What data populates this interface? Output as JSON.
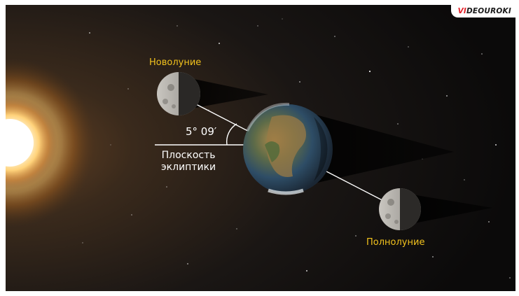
{
  "labels": {
    "new_moon": "Новолуние",
    "full_moon": "Полнолуние",
    "angle": "5° 09′",
    "plane_line1": "Плоскость",
    "plane_line2": "эклиптики"
  },
  "logo": {
    "accent": "VI",
    "rest": "DEOUROKI"
  },
  "colors": {
    "label_yellow": "#f2c21d",
    "lines": "#ffffff",
    "logo_accent": "#e3222a"
  },
  "icons": [
    "sun-icon",
    "earth-icon",
    "moon-icon"
  ]
}
